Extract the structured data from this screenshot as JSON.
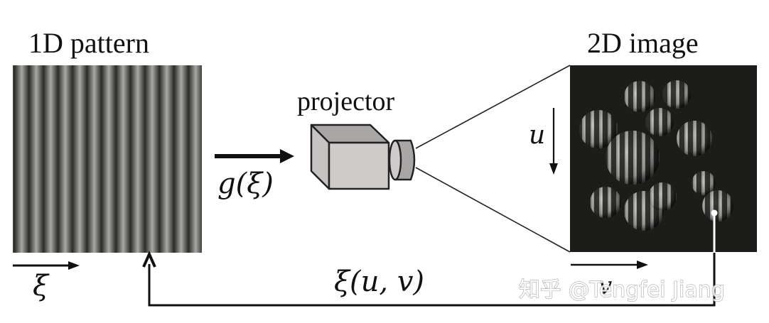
{
  "title_1d": "1D pattern",
  "title_2d": "2D image",
  "projector_label": "projector",
  "function_label": "g(ξ)",
  "axis_xi_label": "ξ",
  "axis_u_label": "u",
  "axis_v_label": "v",
  "mapping_label": "ξ(u, v)",
  "watermark": "知乎 @Tengfei Jiang",
  "pattern": {
    "orientation": "vertical",
    "fringe_periods": 13
  },
  "image": {
    "object_count": 11,
    "background": "#1c1d1a"
  },
  "colors": {
    "ink": "#111111",
    "projector_face": "#cfcbcb",
    "projector_top": "#a9a6a6",
    "projector_side": "#c7c3c3",
    "fringe_light": "#a9a8a4",
    "fringe_dark": "#2b2b28",
    "image_bg": "#1c1d1a",
    "probe_line": "#ffffff"
  },
  "flow": [
    {
      "from": "1D pattern",
      "to": "projector",
      "label": "g(ξ)"
    },
    {
      "from": "projector",
      "to": "2D image",
      "label": ""
    },
    {
      "from": "2D image",
      "to": "1D pattern",
      "label": "ξ(u, v)"
    }
  ]
}
